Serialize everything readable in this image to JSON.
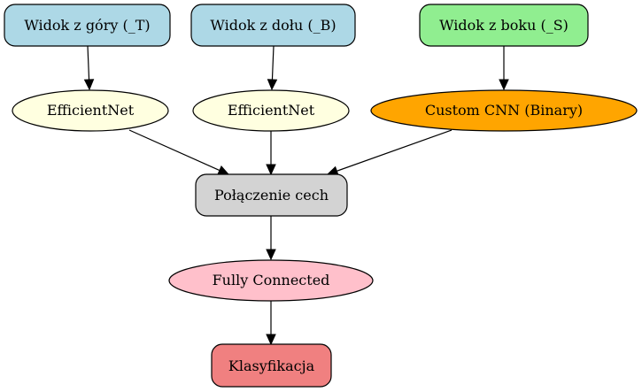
{
  "colors": {
    "light_blue": "#add8e6",
    "light_green": "#90ee90",
    "light_yellow": "#ffffe0",
    "orange": "#ffa500",
    "light_gray": "#d3d3d3",
    "pink": "#ffc0cb",
    "light_coral": "#f08080",
    "stroke": "#000000"
  },
  "nodes": {
    "top_view": {
      "label": "Widok z góry (_T)",
      "shape": "rounded-box",
      "color": "#add8e6"
    },
    "bottom_view": {
      "label": "Widok z dołu (_B)",
      "shape": "rounded-box",
      "color": "#add8e6"
    },
    "side_view": {
      "label": "Widok z boku (_S)",
      "shape": "rounded-box",
      "color": "#90ee90"
    },
    "efficientnet_top": {
      "label": "EfficientNet",
      "shape": "ellipse",
      "color": "#ffffe0"
    },
    "efficientnet_bottom": {
      "label": "EfficientNet",
      "shape": "ellipse",
      "color": "#ffffe0"
    },
    "custom_cnn": {
      "label": "Custom CNN (Binary)",
      "shape": "ellipse",
      "color": "#ffa500"
    },
    "feature_fusion": {
      "label": "Połączenie cech",
      "shape": "rounded-box",
      "color": "#d3d3d3"
    },
    "fully_connected": {
      "label": "Fully Connected",
      "shape": "ellipse",
      "color": "#ffc0cb"
    },
    "classification": {
      "label": "Klasyfikacja",
      "shape": "rounded-box",
      "color": "#f08080"
    }
  },
  "edges": [
    {
      "from": "top_view",
      "to": "efficientnet_top"
    },
    {
      "from": "bottom_view",
      "to": "efficientnet_bottom"
    },
    {
      "from": "side_view",
      "to": "custom_cnn"
    },
    {
      "from": "efficientnet_top",
      "to": "feature_fusion"
    },
    {
      "from": "efficientnet_bottom",
      "to": "feature_fusion"
    },
    {
      "from": "custom_cnn",
      "to": "feature_fusion"
    },
    {
      "from": "feature_fusion",
      "to": "fully_connected"
    },
    {
      "from": "fully_connected",
      "to": "classification"
    }
  ]
}
